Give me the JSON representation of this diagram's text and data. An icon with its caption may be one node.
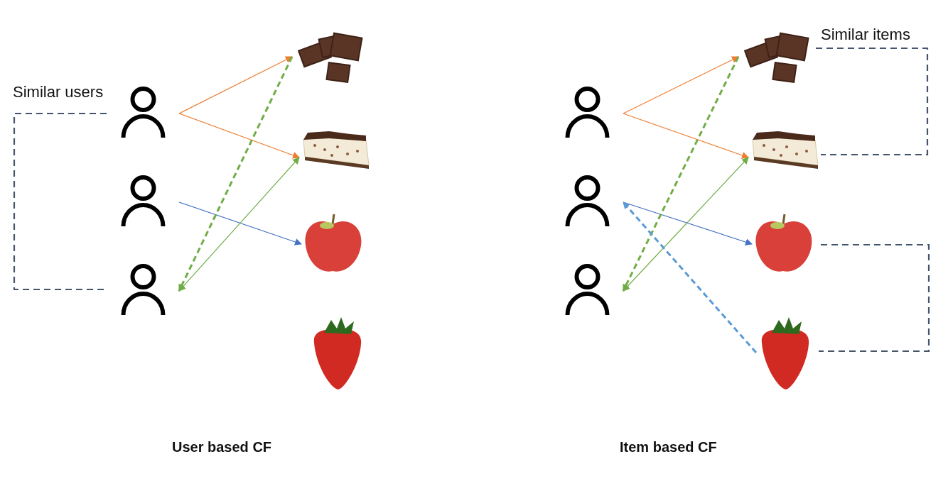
{
  "diagram": {
    "nodes": [
      {
        "text": [],
        "shape": "person"
      },
      {
        "text": [],
        "shape": "person"
      },
      {
        "text": [],
        "shape": "person"
      },
      {
        "text": [],
        "shape": "picture"
      },
      {
        "text": [],
        "shape": "picture"
      },
      {
        "text": [],
        "shape": "picture"
      },
      {
        "text": [],
        "shape": "picture"
      },
      {
        "text": [],
        "shape": "person"
      },
      {
        "text": [],
        "shape": "person"
      },
      {
        "text": [],
        "shape": "person"
      },
      {
        "text": [],
        "shape": "picture"
      },
      {
        "text": [],
        "shape": "picture"
      },
      {
        "text": [],
        "shape": "picture"
      },
      {
        "text": [],
        "shape": "picture"
      }
    ],
    "edges": [
      {
        "from": 0,
        "to": 3,
        "arrow": "to",
        "color": "#ed7d31"
      },
      {
        "from": 0,
        "to": 4,
        "arrow": "to",
        "color": "#ed7d31"
      },
      {
        "from": 1,
        "to": 5,
        "arrow": "to",
        "color": "#4472c4"
      },
      {
        "from": 3,
        "to": 2,
        "arrow": "to",
        "style": "dashed",
        "color": "#70ad47"
      },
      {
        "from": 4,
        "to": 2,
        "arrow": "both",
        "color": "#70ad47"
      },
      {
        "from": 7,
        "to": 10,
        "arrow": "to",
        "color": "#ed7d31"
      },
      {
        "from": 7,
        "to": 11,
        "arrow": "to",
        "color": "#ed7d31"
      },
      {
        "from": 8,
        "to": 12,
        "arrow": "to",
        "color": "#4472c4"
      },
      {
        "from": 10,
        "to": 9,
        "arrow": "to",
        "style": "dashed",
        "color": "#70ad47"
      },
      {
        "from": 11,
        "to": 9,
        "arrow": "both",
        "color": "#70ad47"
      },
      {
        "from": 13,
        "to": 8,
        "arrow": "to",
        "style": "dashed",
        "color": "#5b9bd5"
      }
    ],
    "labels": [
      "Similar items",
      "Similar users",
      "User based CF",
      "Item based CF"
    ]
  }
}
